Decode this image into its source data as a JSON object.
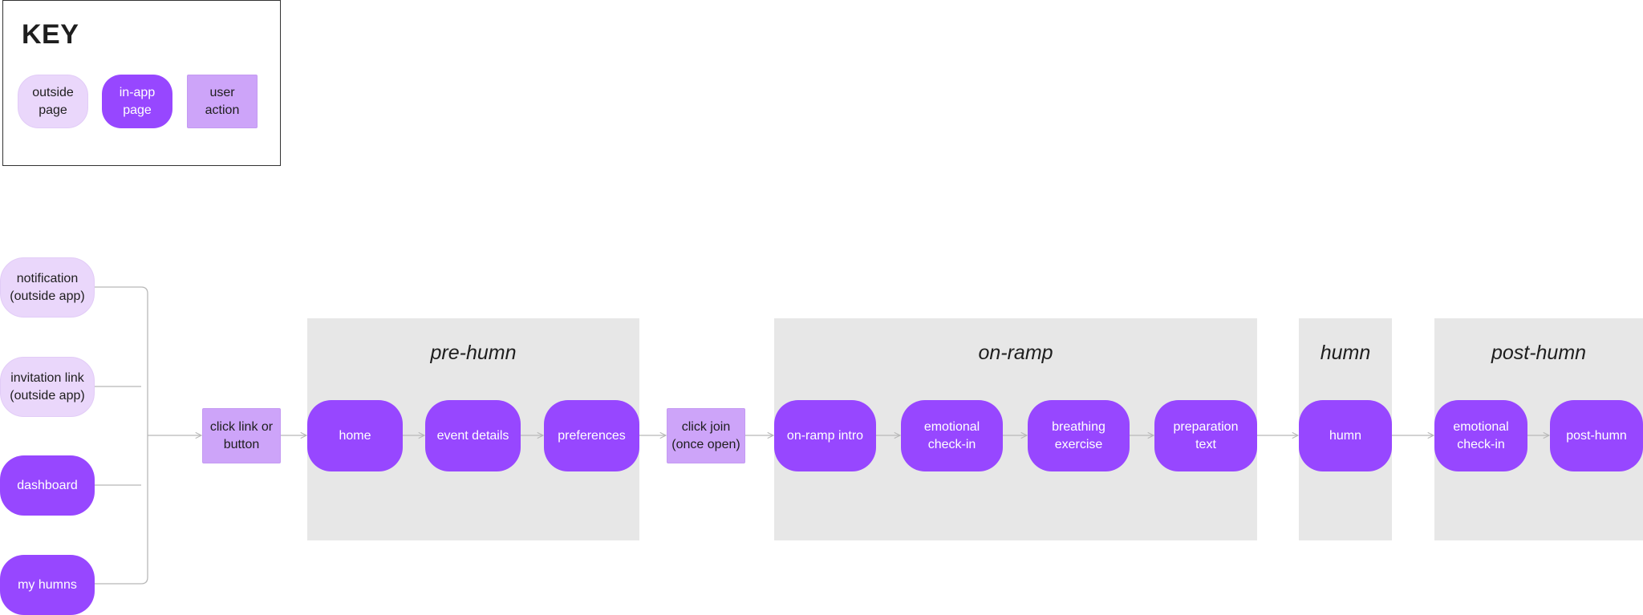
{
  "key": {
    "title": "KEY",
    "outside": "outside\npage",
    "inapp": "in-app\npage",
    "action": "user action"
  },
  "entries": {
    "notification": "notification\n(outside app)",
    "invitation": "invitation link\n(outside app)",
    "dashboard": "dashboard",
    "my_humns": "my humns"
  },
  "actions": {
    "click_link": "click link or\nbutton",
    "click_join": "click join\n(once open)"
  },
  "groups": {
    "pre_humn": {
      "title": "pre-humn",
      "home": "home",
      "event_details": "event details",
      "preferences": "preferences"
    },
    "on_ramp": {
      "title": "on-ramp",
      "intro": "on-ramp intro",
      "checkin": "emotional\ncheck-in",
      "breathing": "breathing\nexercise",
      "preparation": "preparation\ntext"
    },
    "humn": {
      "title": "humn",
      "humn": "humn"
    },
    "post_humn": {
      "title": "post-humn",
      "checkin": "emotional\ncheck-in",
      "post": "post-humn"
    }
  },
  "colors": {
    "outside_page": "#ead7fb",
    "in_app_page": "#9747ff",
    "user_action": "#cda4f9",
    "group_background": "#e7e7e7",
    "connector": "#b8b8b8"
  }
}
